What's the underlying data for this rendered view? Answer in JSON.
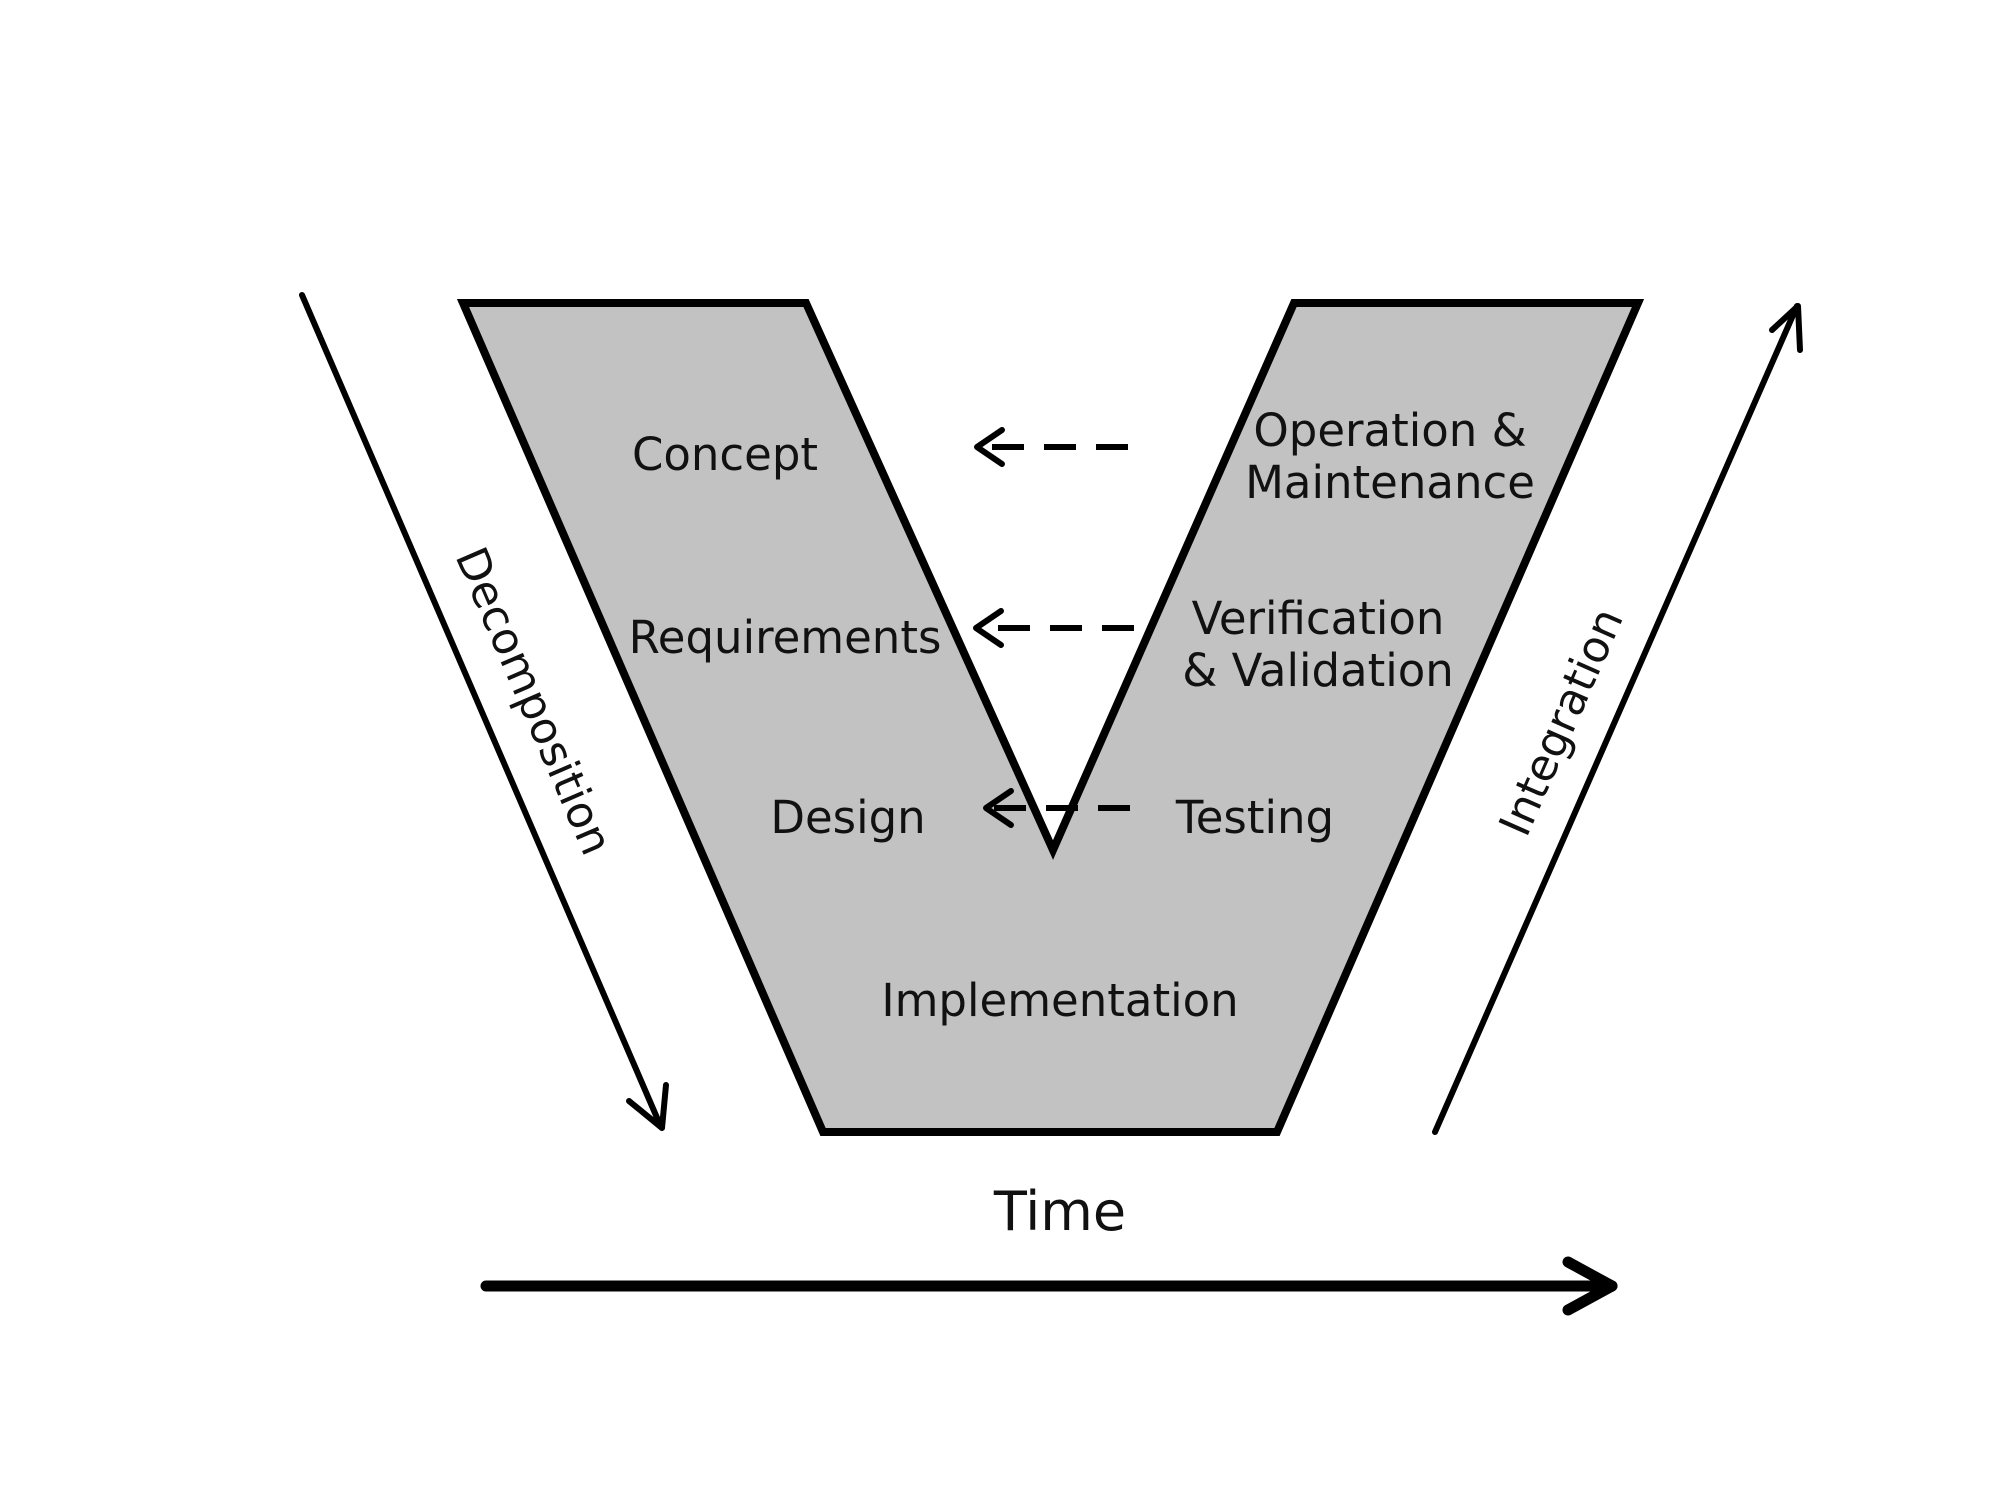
{
  "diagram": {
    "stages_left": {
      "concept": "Concept",
      "requirements": "Requirements",
      "design": "Design"
    },
    "stage_bottom": "Implementation",
    "stages_right": {
      "operation_line1": "Operation &",
      "operation_line2": "Maintenance",
      "verification_line1": "Verification",
      "verification_line2": "& Validation",
      "testing": "Testing"
    },
    "axes": {
      "decomposition": "Decomposition",
      "integration": "Integration",
      "time": "Time"
    },
    "colors": {
      "v_fill": "#c2c2c2",
      "stroke": "#000000",
      "text": "#111111"
    }
  }
}
